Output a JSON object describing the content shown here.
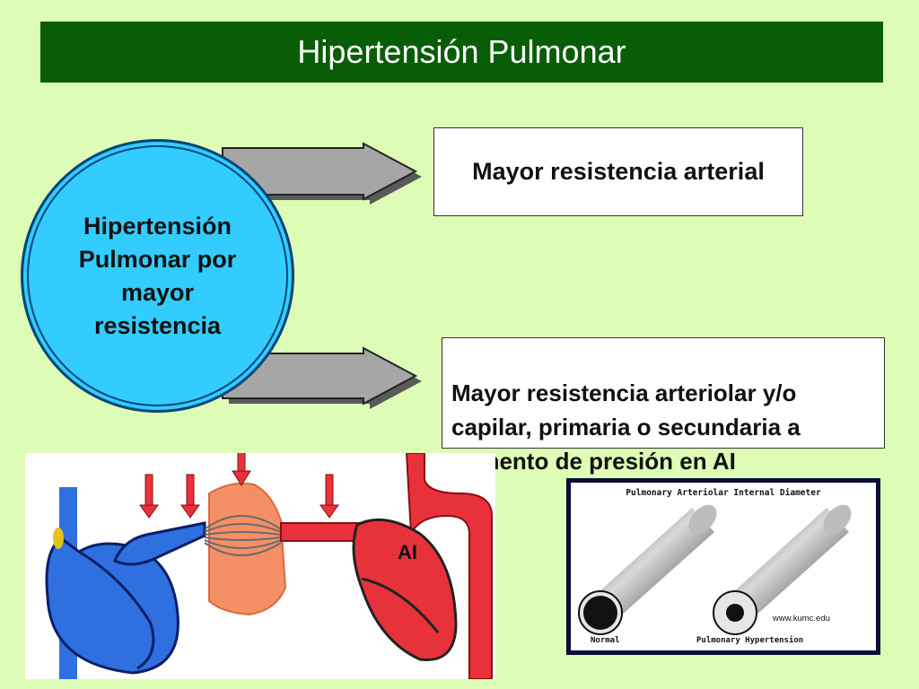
{
  "title": "Hipertensión Pulmonar",
  "center_concept": "Hipertensión\nPulmonar por\nmayor\nresistencia",
  "outcome_1": "Mayor resistencia arterial",
  "outcome_2": "Mayor resistencia arteriolar y/o\ncapilar, primaria o secundaria a\naumento de presión en AI",
  "heart_diagram": {
    "label_ai": "AI"
  },
  "tubes_figure": {
    "heading": "Pulmonary Arteriolar Internal Diameter",
    "label_normal": "Normal",
    "label_ph": "Pulmonary Hypertension",
    "credit": "www.kumc.edu"
  },
  "colors": {
    "background": "#ddfcb6",
    "title_bar": "#0a5d07",
    "circle": "#33ccff",
    "arrow": "#a6a6a6",
    "blood_venous": "#2f6fe0",
    "blood_arterial": "#e8323b"
  }
}
